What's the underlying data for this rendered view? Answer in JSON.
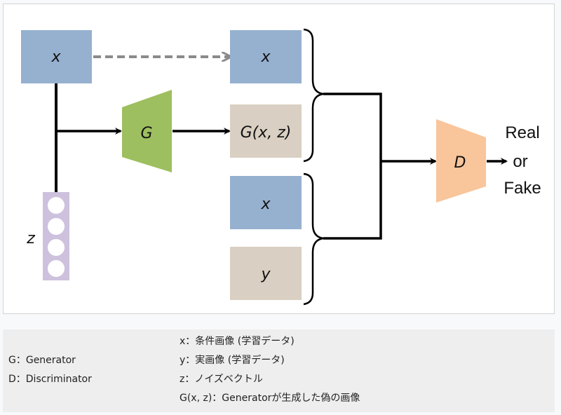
{
  "diagram": {
    "title": "Conditional GAN (pix2pix) architecture",
    "colors": {
      "condition_box": "#96b0cf",
      "image_box": "#d9cfc2",
      "generator": "#9ebf5f",
      "discriminator": "#f9c59b",
      "noise_vector": "#cdc1dd",
      "dashed_arrow": "#8a8a8a",
      "line": "#000000"
    },
    "nodes": {
      "input_x": "x",
      "noise_z": "z",
      "generator": "G",
      "pair1_x": "x",
      "pair1_gxz": "G(x, z)",
      "pair2_x": "x",
      "pair2_y": "y",
      "discriminator": "D"
    },
    "output": {
      "line1": "Real",
      "line2": "or",
      "line3": "Fake"
    }
  },
  "legend": {
    "left": [
      "G：Generator",
      "D：Discriminator"
    ],
    "right": [
      "x：条件画像 (学習データ)",
      "y：実画像 (学習データ)",
      "z：ノイズベクトル",
      "G(x, z)：Generatorが生成した偽の画像"
    ]
  }
}
